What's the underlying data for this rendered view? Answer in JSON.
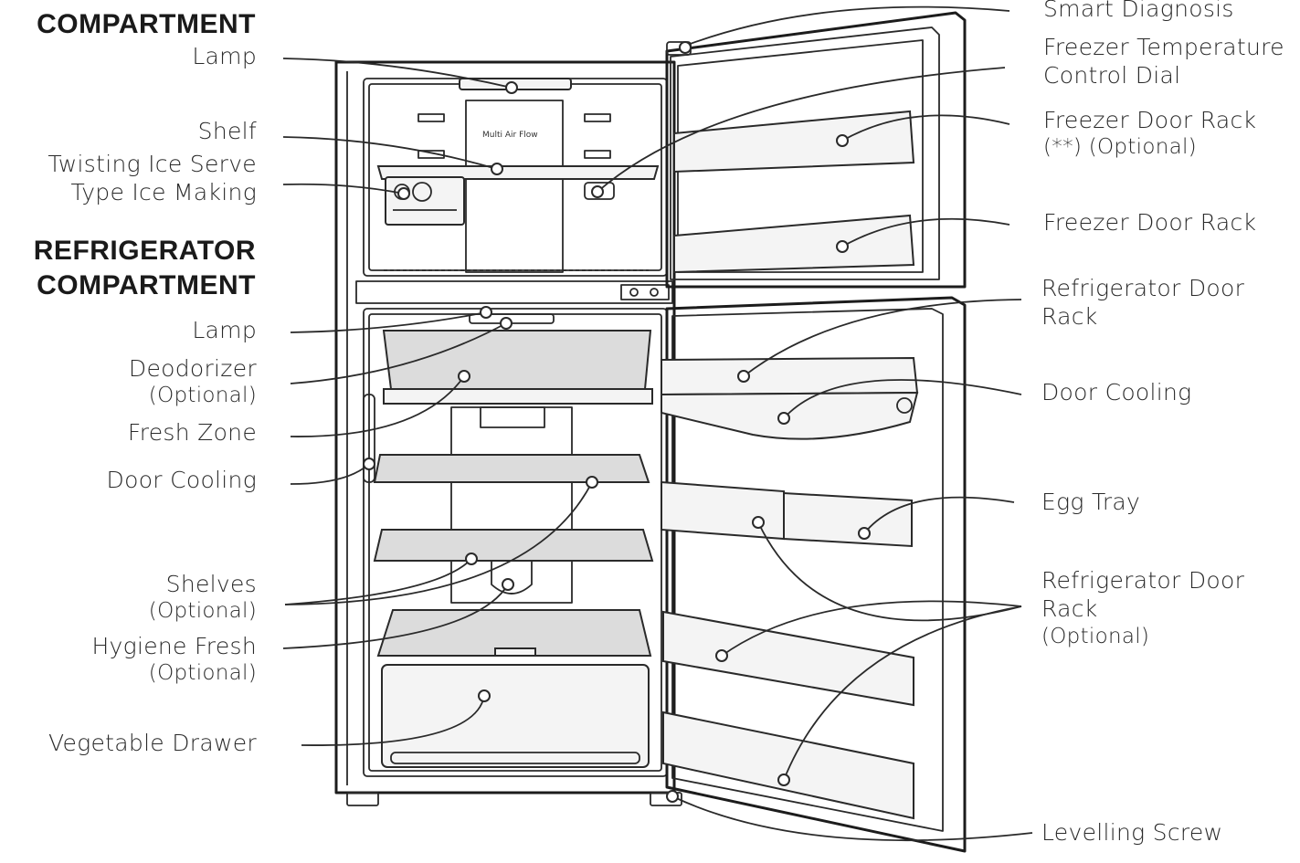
{
  "header_partial": "FREEZER COMPARTMENT",
  "left_labels": {
    "lamp_top": "Lamp",
    "shelf": "Shelf",
    "ice_line1": "Twisting Ice Serve",
    "ice_line2": "Type Ice Making",
    "section_line1": "REFRIGERATOR",
    "section_line2": "COMPARTMENT",
    "lamp_bottom": "Lamp",
    "deodorizer": "Deodorizer",
    "deodorizer_note": "(Optional)",
    "fresh_zone": "Fresh Zone",
    "door_cooling": "Door Cooling",
    "shelves": "Shelves",
    "shelves_note": "(Optional)",
    "hygiene": "Hygiene Fresh",
    "hygiene_note": "(Optional)",
    "vegetable": "Vegetable Drawer"
  },
  "right_labels": {
    "smart": "Smart Diagnosis",
    "freezer_dial_line1": "Freezer Temperature",
    "freezer_dial_line2": "Control Dial",
    "freezer_rack_opt": "Freezer Door Rack",
    "freezer_rack_opt_note": "(**) (Optional)",
    "freezer_rack": "Freezer Door Rack",
    "fridge_rack_line1": "Refrigerator Door",
    "fridge_rack_line2": "Rack",
    "door_cooling": "Door Cooling",
    "egg_tray": "Egg Tray",
    "fridge_rack_opt_line1": "Refrigerator Door",
    "fridge_rack_opt_line2": "Rack",
    "fridge_rack_opt_note": "(Optional)",
    "levelling": "Levelling Screw"
  },
  "panel_text": "Multi Air Flow"
}
